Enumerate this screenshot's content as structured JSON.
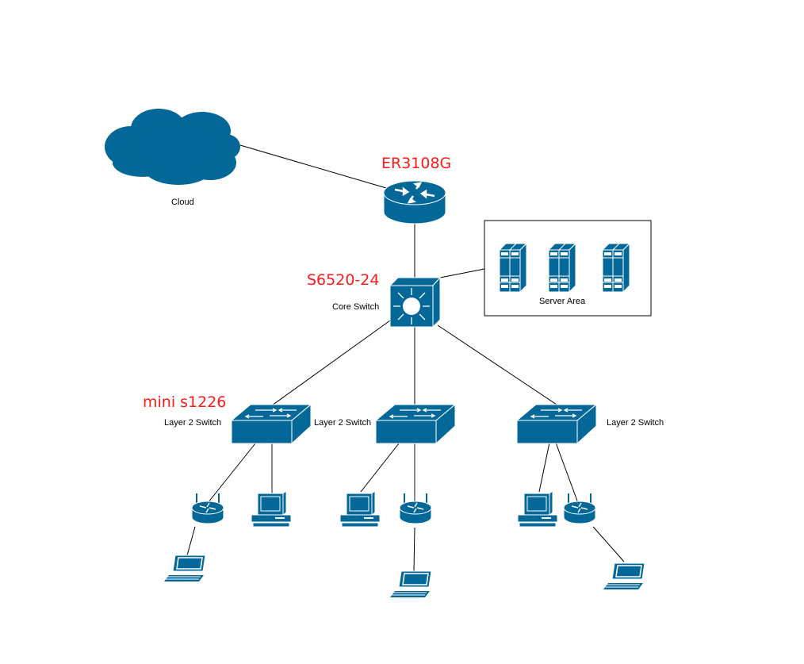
{
  "colors": {
    "device": "#036897",
    "link": "#000000",
    "model_label": "#ff1a1a"
  },
  "cloud": {
    "label": "Cloud",
    "icon": "cloud-icon"
  },
  "router": {
    "model": "ER3108G",
    "icon": "router-icon"
  },
  "core_switch": {
    "model": "S6520-24",
    "label": "Core Switch",
    "icon": "layer3-switch-icon"
  },
  "server_area": {
    "label": "Server Area",
    "server_count": 3,
    "icon": "server-icon"
  },
  "access_switches": [
    {
      "label": "Layer 2 Switch",
      "model": "mini s1226",
      "icon": "layer2-switch-icon"
    },
    {
      "label": "Layer 2 Switch",
      "icon": "layer2-switch-icon"
    },
    {
      "label": "Layer 2 Switch",
      "icon": "layer2-switch-icon"
    }
  ],
  "endpoints": [
    "wireless-router-icon",
    "pc-icon",
    "laptop-icon"
  ]
}
